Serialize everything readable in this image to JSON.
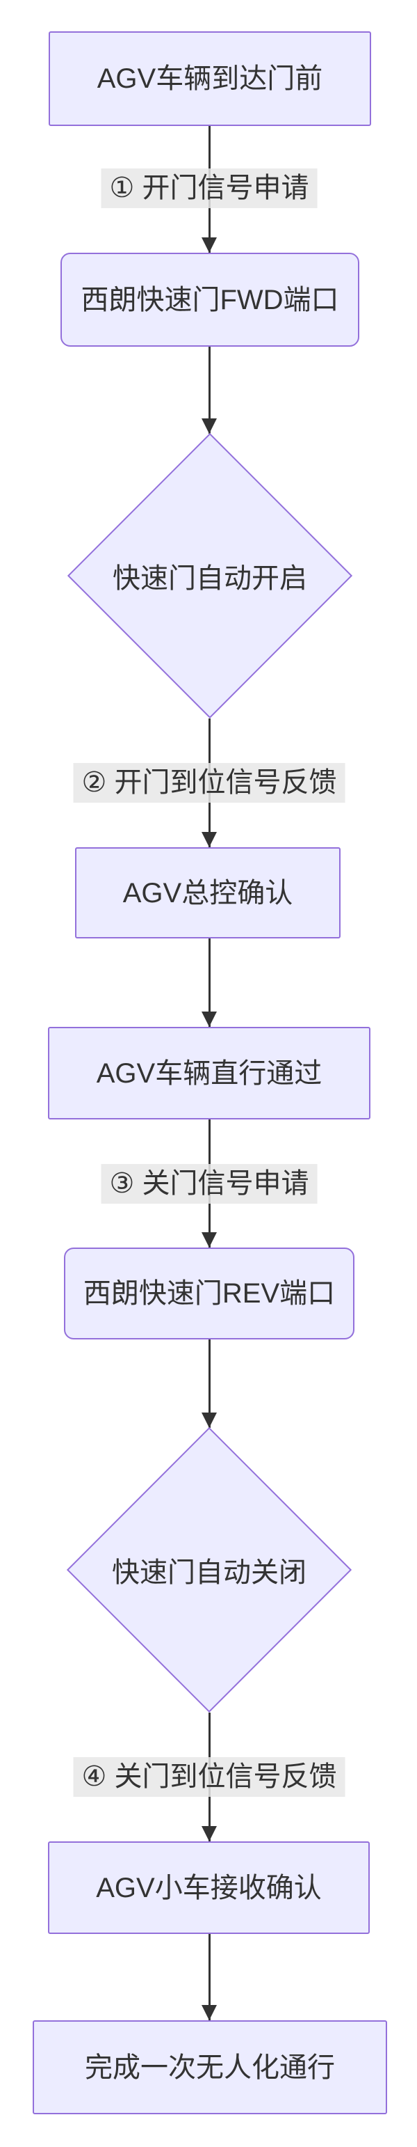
{
  "theme": {
    "page_bg": "#ffffff",
    "node_fill": "#ECECFF",
    "node_stroke": "#9370DB",
    "edge_color": "#333333",
    "label_bg": "rgba(232,232,232,0.85)",
    "text_color": "#333333"
  },
  "diagram": {
    "type": "flowchart",
    "direction": "top-to-bottom",
    "nodes": [
      {
        "id": "agv-arrives-front",
        "shape": "rect",
        "label": "AGV车辆到达门前"
      },
      {
        "id": "xilang-fwd-port",
        "shape": "rounded",
        "label": "西朗快速门FWD端口"
      },
      {
        "id": "door-auto-open",
        "shape": "diamond",
        "label": "快速门自动开启"
      },
      {
        "id": "agv-master-confirm",
        "shape": "rect",
        "label": "AGV总控确认"
      },
      {
        "id": "agv-pass-through",
        "shape": "rect",
        "label": "AGV车辆直行通过"
      },
      {
        "id": "xilang-rev-port",
        "shape": "rounded",
        "label": "西朗快速门REV端口"
      },
      {
        "id": "door-auto-close",
        "shape": "diamond",
        "label": "快速门自动关闭"
      },
      {
        "id": "agv-receive-confirm",
        "shape": "rect",
        "label": "AGV小车接收确认"
      },
      {
        "id": "complete-unmanned-pass",
        "shape": "rect",
        "label": "完成一次无人化通行"
      }
    ],
    "edges": [
      {
        "from": "agv-arrives-front",
        "to": "xilang-fwd-port",
        "label": "① 开门信号申请"
      },
      {
        "from": "xilang-fwd-port",
        "to": "door-auto-open",
        "label": ""
      },
      {
        "from": "door-auto-open",
        "to": "agv-master-confirm",
        "label": "② 开门到位信号反馈"
      },
      {
        "from": "agv-master-confirm",
        "to": "agv-pass-through",
        "label": ""
      },
      {
        "from": "agv-pass-through",
        "to": "xilang-rev-port",
        "label": "③ 关门信号申请"
      },
      {
        "from": "xilang-rev-port",
        "to": "door-auto-close",
        "label": ""
      },
      {
        "from": "door-auto-close",
        "to": "agv-receive-confirm",
        "label": "④ 关门到位信号反馈"
      },
      {
        "from": "agv-receive-confirm",
        "to": "complete-unmanned-pass",
        "label": ""
      }
    ]
  }
}
